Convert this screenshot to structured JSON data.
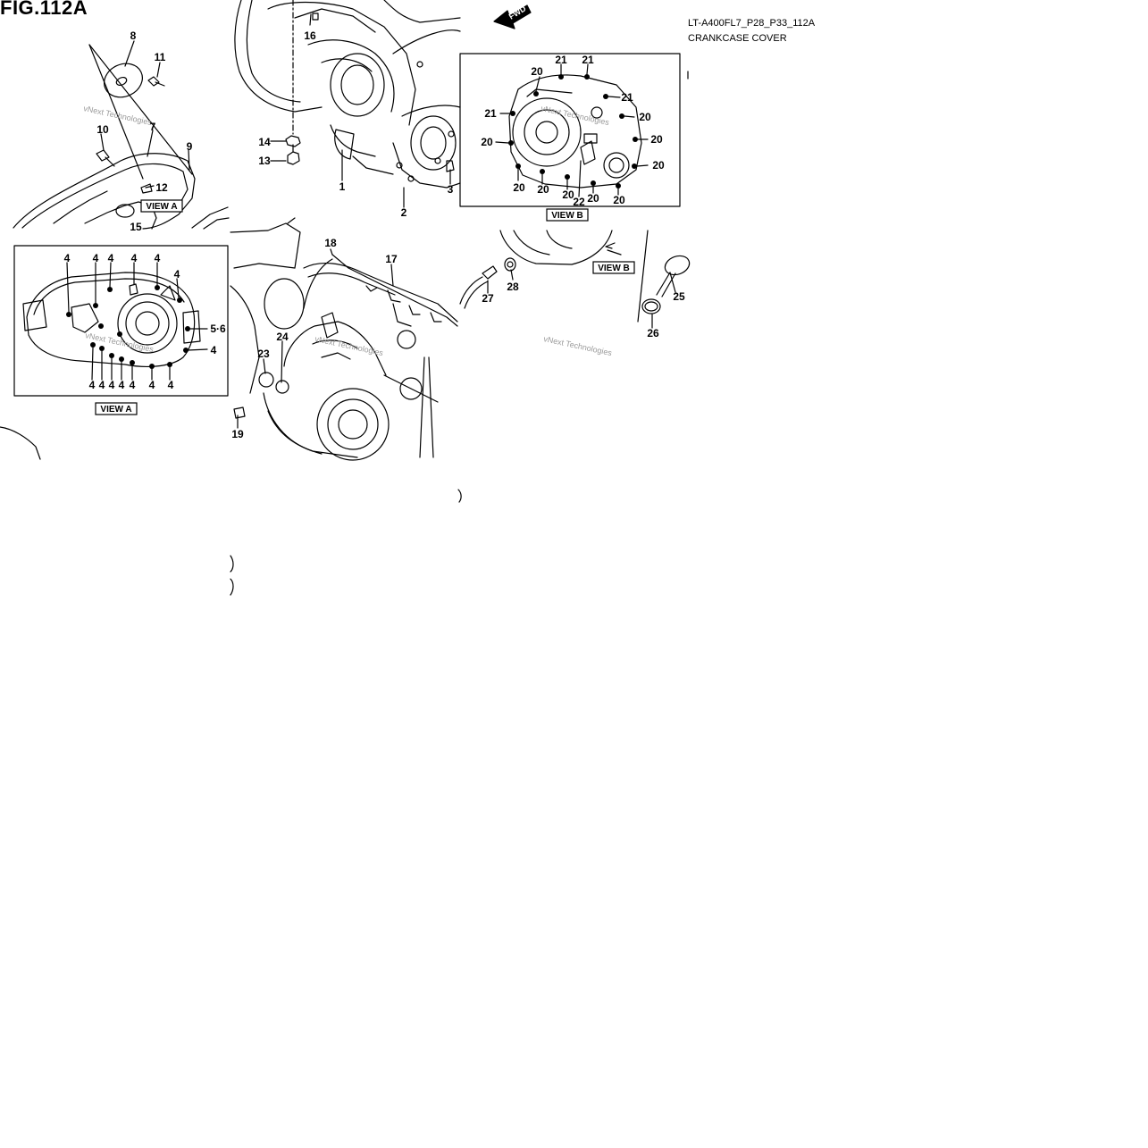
{
  "header": {
    "figure_title": "FIG.112A",
    "diagram_code": "LT-A400FL7_P28_P33_112A",
    "diagram_subtitle": "CRANKCASE COVER",
    "fwd_label": "FWD"
  },
  "inset_labels": {
    "view_a": "VIEW A",
    "view_b": "VIEW B"
  },
  "watermark": "vNext Technologies",
  "callouts": {
    "c1": "1",
    "c2": "2",
    "c3": "3",
    "c7": "7",
    "c8": "8",
    "c9": "9",
    "c10": "10",
    "c11": "11",
    "c12": "12",
    "c13": "13",
    "c14": "14",
    "c15": "15",
    "c16": "16",
    "c17": "17",
    "c18": "18",
    "c19": "19",
    "c22": "22",
    "c23": "23",
    "c24": "24",
    "c25": "25",
    "c26": "26",
    "c27": "27",
    "c28": "28",
    "c4": "4",
    "c56": "5·6",
    "c20": "20",
    "c21": "21"
  },
  "colors": {
    "ink": "#000000",
    "paper": "#ffffff",
    "watermark": "#9a9a9a"
  }
}
